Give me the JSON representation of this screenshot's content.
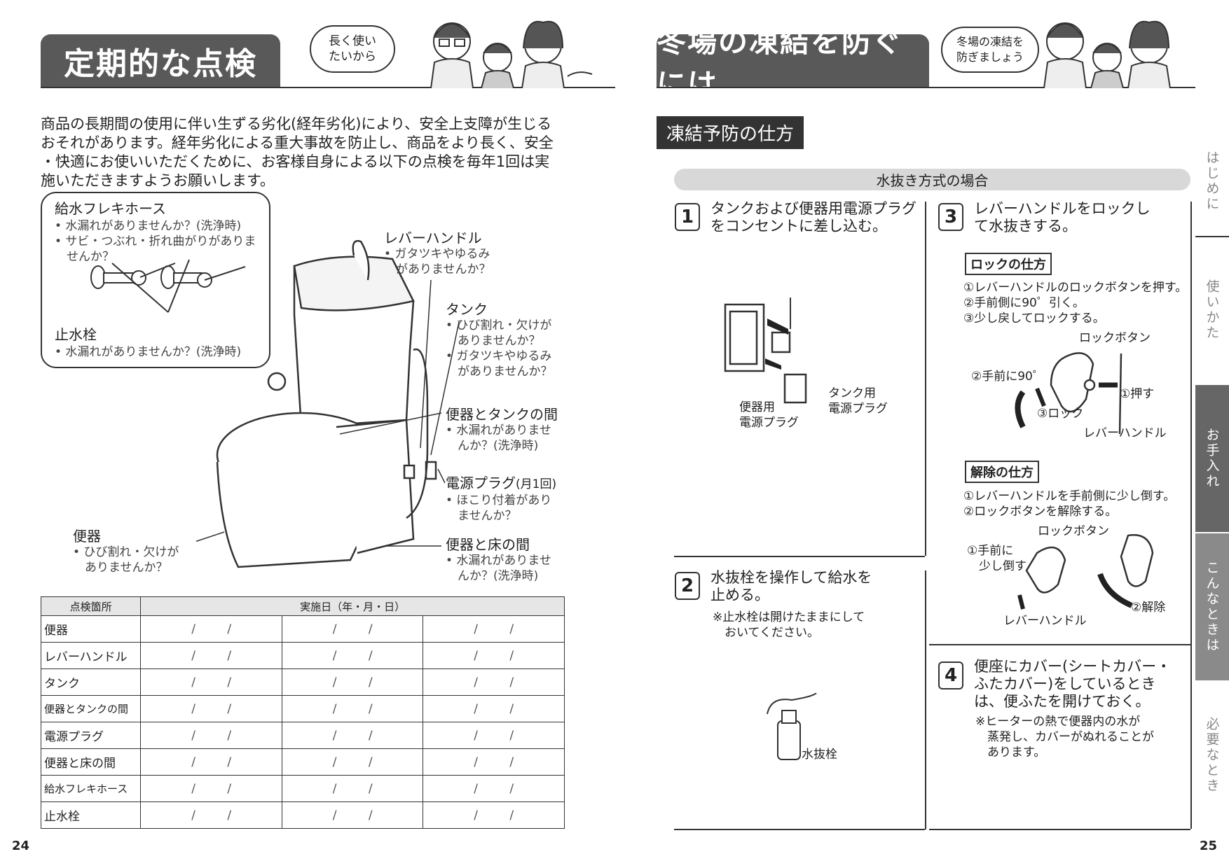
{
  "left": {
    "title": "定期的な点検",
    "bubble": "長く使い\nたいから",
    "intro": [
      "商品の長期間の使用に伴い生ずる劣化(経年劣化)により、安全上支障が生じる",
      "おそれがあります。経年劣化による重大事故を防止し、商品をより長く、安全",
      "・快適にお使いいただくために、お客様自身による以下の点検を毎年1回は実",
      "施いただきますようお願いします。"
    ],
    "callout": {
      "hose_title": "給水フレキホース",
      "hose_items": [
        "• 水漏れがありませんか？(洗浄時)",
        "• サビ・つぶれ・折れ曲がりがありま",
        "　せんか？"
      ],
      "valve_title": "止水栓",
      "valve_items": [
        "• 水漏れがありませんか？(洗浄時)"
      ]
    },
    "labels": {
      "lever": {
        "title": "レバーハンドル",
        "items": [
          "• ガタツキやゆるみ",
          "　がありませんか？"
        ]
      },
      "tank": {
        "title": "タンク",
        "items": [
          "• ひび割れ・欠けが",
          "　ありませんか？",
          "• ガタツキやゆるみ",
          "　がありませんか？"
        ]
      },
      "between": {
        "title": "便器とタンクの間",
        "items": [
          "• 水漏れがありませ",
          "　んか？(洗浄時)"
        ]
      },
      "plug": {
        "title": "電源プラグ",
        "suffix": "(月1回)",
        "items": [
          "• ほこり付着があり",
          "　ませんか？"
        ]
      },
      "floor": {
        "title": "便器と床の間",
        "items": [
          "• 水漏れがありませ",
          "　んか？(洗浄時)"
        ]
      },
      "bowl": {
        "title": "便器",
        "items": [
          "• ひび割れ・欠けが",
          "　ありませんか？"
        ]
      }
    },
    "table": {
      "headers": [
        "点検箇所",
        "実施日（年・月・日）"
      ],
      "date_cell": "/ /",
      "rows": [
        "便器",
        "レバーハンドル",
        "タンク",
        "便器とタンクの間",
        "電源プラグ",
        "便器と床の間",
        "給水フレキホース",
        "止水栓"
      ]
    },
    "page_number": "24"
  },
  "right": {
    "title": "冬場の凍結を防ぐには",
    "bubble": "冬場の凍結を\n防ぎましょう",
    "section": "凍結予防の仕方",
    "pill": "水抜き方式の場合",
    "step1": {
      "num": "1",
      "text": [
        "タンクおよび便器用電源プラグ",
        "をコンセントに差し込む。"
      ],
      "label_tank": [
        "タンク用",
        "電源プラグ"
      ],
      "label_bowl": [
        "便器用",
        "電源プラグ"
      ]
    },
    "step2": {
      "num": "2",
      "text": [
        "水抜栓を操作して給水を",
        "止める。"
      ],
      "note": [
        "※止水栓は開けたままにして",
        "　おいてください。"
      ],
      "label": "水抜栓"
    },
    "step3": {
      "num": "3",
      "text": [
        "レバーハンドルをロックし",
        "て水抜きする。"
      ],
      "lock_title": "ロックの仕方",
      "lock_steps": [
        "①レバーハンドルのロックボタンを押す。",
        "②手前側に90゜引く。",
        "③少し戻してロックする。"
      ],
      "lock_fig": {
        "button": "ロックボタン",
        "pull": "②手前に90゜",
        "push": "①押す",
        "lock": "③ロック",
        "lever": "レバーハンドル"
      },
      "release_title": "解除の仕方",
      "release_steps": [
        "①レバーハンドルを手前側に少し倒す。",
        "②ロックボタンを解除する。"
      ],
      "release_fig": {
        "button": "ロックボタン",
        "tilt": [
          "①手前に",
          "　少し倒す"
        ],
        "release": "②解除",
        "lever": "レバーハンドル"
      }
    },
    "step4": {
      "num": "4",
      "text": [
        "便座にカバー(シートカバー・",
        "ふたカバー)をしているとき",
        "は、便ふたを開けておく。"
      ],
      "note": [
        "※ヒーターの熱で便器内の水が",
        "　蒸発し、カバーがぬれることが",
        "　あります。"
      ]
    },
    "page_number": "25"
  },
  "side_tabs": [
    {
      "label": "はじめに"
    },
    {
      "label": "使いかた"
    },
    {
      "label": "お手入れ",
      "active": true
    },
    {
      "label": "こんなときは"
    },
    {
      "label": "必要なとき"
    }
  ]
}
